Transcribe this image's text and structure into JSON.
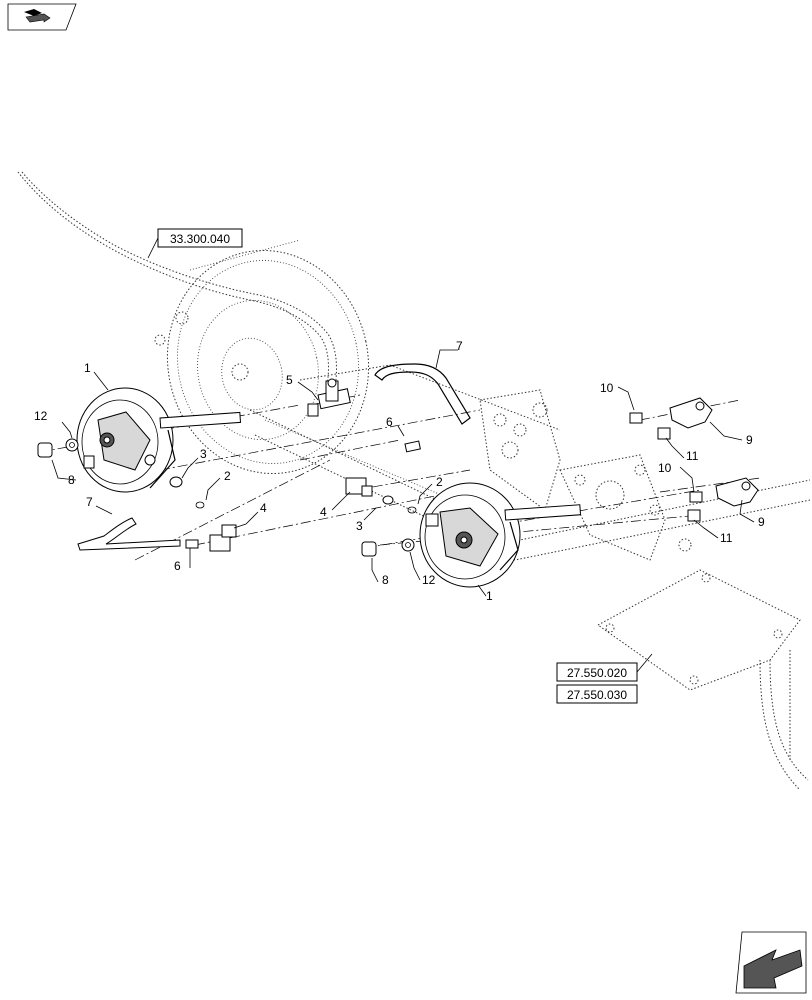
{
  "reference_boxes": {
    "top_ref": "33.300.040",
    "bottom_ref_1": "27.550.020",
    "bottom_ref_2": "27.550.030"
  },
  "callouts": {
    "left_brake_chamber": "1",
    "right_brake_chamber": "1",
    "left_ring": "2",
    "right_ring": "2",
    "left_adapter": "3",
    "right_adapter": "3",
    "left_elbow": "4",
    "right_elbow": "4",
    "tee_fitting": "5",
    "left_connector": "6",
    "right_connector": "6",
    "left_hose": "7",
    "right_hose": "7",
    "left_plug": "8",
    "right_plug": "8",
    "upper_clevis": "9",
    "lower_clevis": "9",
    "upper_nut": "10",
    "lower_nut": "10",
    "upper_lock_nut": "11",
    "lower_lock_nut": "11",
    "left_washer": "12",
    "right_washer": "12"
  },
  "icons": {
    "top_left": "book-arrow-icon",
    "bottom_right": "next-page-arrow-icon"
  }
}
